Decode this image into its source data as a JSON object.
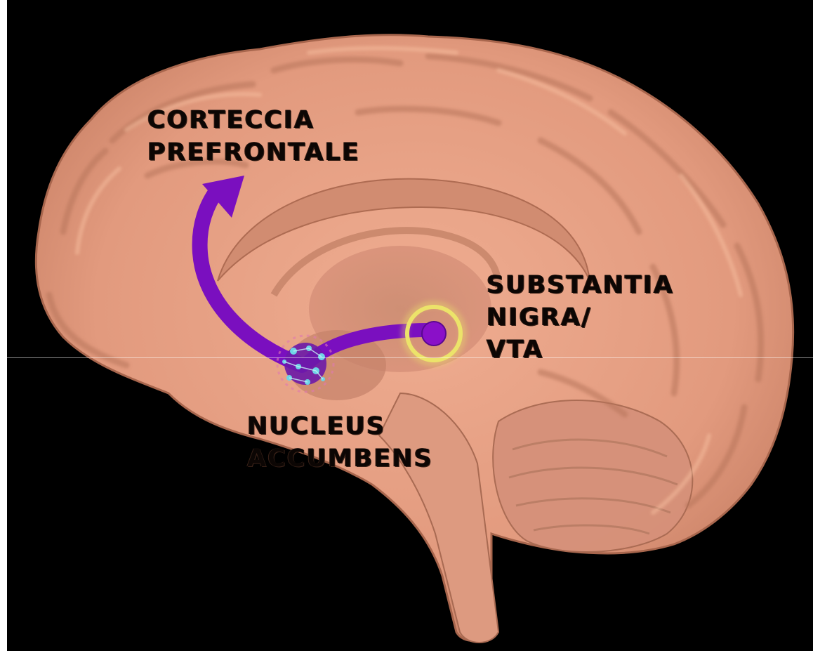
{
  "labels": {
    "prefrontal_cortex": [
      "CORTECCIA",
      "PREFRONTALE"
    ],
    "substantia_nigra_vta": [
      "SUBSTANTIA",
      "NIGRA/",
      "VTA"
    ],
    "nucleus_accumbens": [
      "NUCLEUS",
      "ACCUMBENS"
    ]
  },
  "colors": {
    "background": "#000000",
    "brain_tissue": "#e8a286",
    "brain_shadow": "#b9735a",
    "pathway": "#7a0fbf",
    "vta_ring": "#ece36a",
    "accumbens_cells": "#6fd4e6"
  },
  "icons": {
    "pathway_arrow": "arrow-curved-up-icon",
    "vta_marker": "target-ring-icon",
    "accumbens_cluster": "neuron-cluster-icon"
  }
}
